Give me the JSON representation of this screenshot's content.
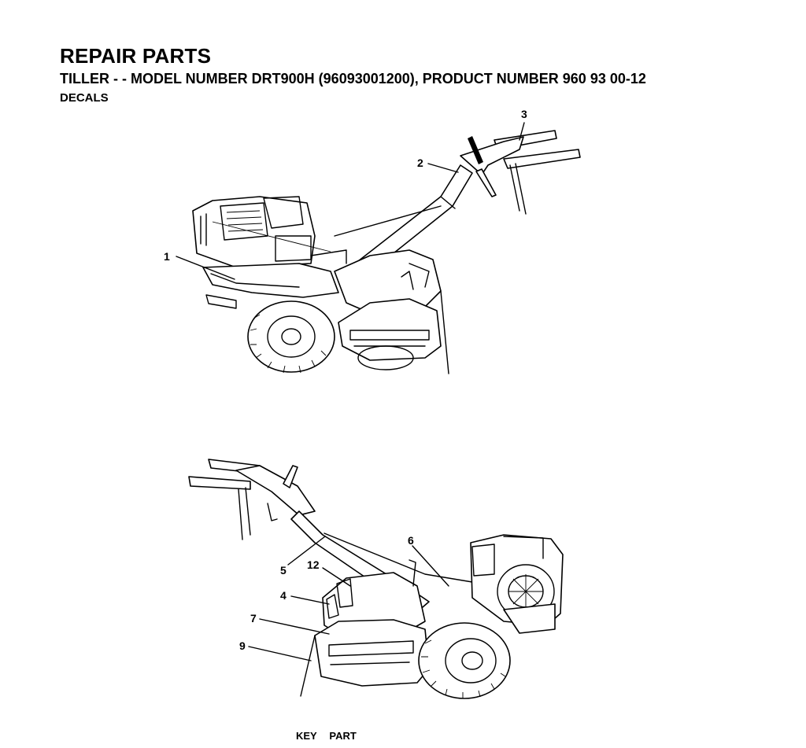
{
  "header": {
    "title": "REPAIR PARTS",
    "subtitle": "TILLER - - MODEL NUMBER DRT900H (96093001200), PRODUCT NUMBER 960 93 00-12",
    "section": "DECALS"
  },
  "callouts": {
    "top": [
      "1",
      "2",
      "3"
    ],
    "bottom": [
      "5",
      "12",
      "6",
      "4",
      "7",
      "9"
    ]
  },
  "footer": {
    "key": "KEY",
    "part": "PART"
  }
}
